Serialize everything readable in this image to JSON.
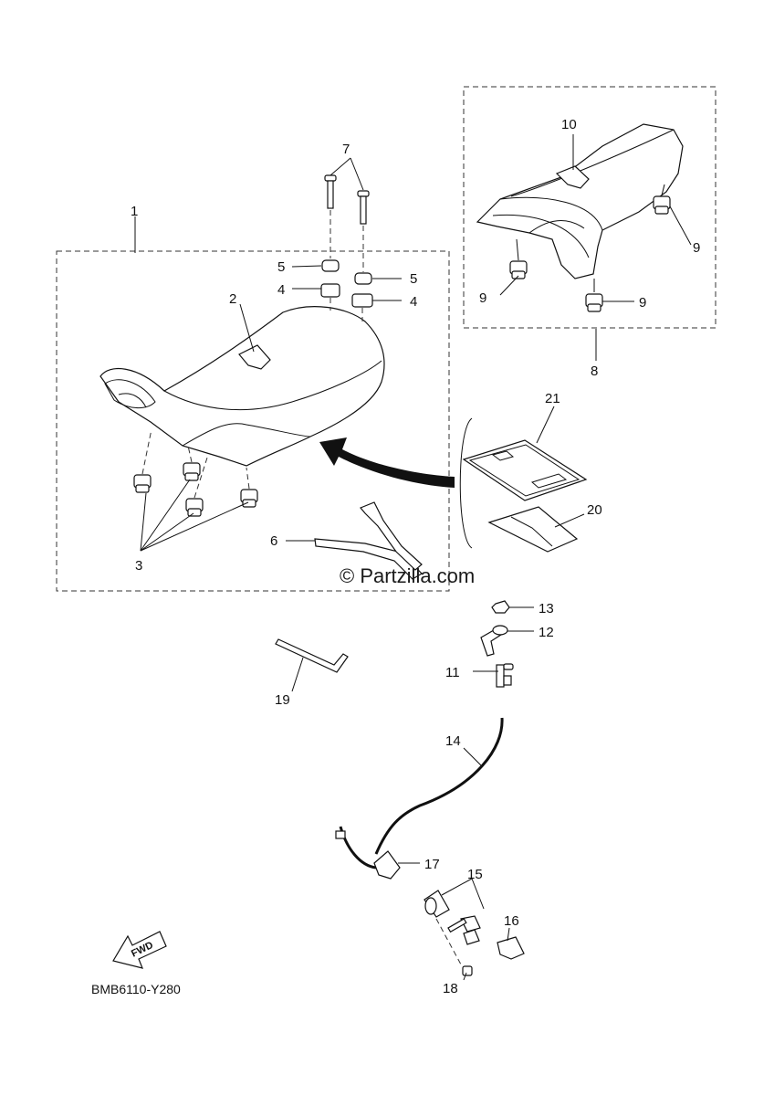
{
  "diagram": {
    "callouts": {
      "c1": "1",
      "c2": "2",
      "c3": "3",
      "c4a": "4",
      "c4b": "4",
      "c5a": "5",
      "c5b": "5",
      "c6": "6",
      "c7": "7",
      "c8": "8",
      "c9a": "9",
      "c9b": "9",
      "c9c": "9",
      "c10": "10",
      "c11": "11",
      "c12": "12",
      "c13": "13",
      "c14": "14",
      "c15": "15",
      "c16": "16",
      "c17": "17",
      "c18": "18",
      "c19": "19",
      "c20": "20",
      "c21": "21"
    },
    "watermark": "© Partzilla.com",
    "fwd_label": "FWD",
    "diagram_code": "BMB6110-Y280"
  }
}
